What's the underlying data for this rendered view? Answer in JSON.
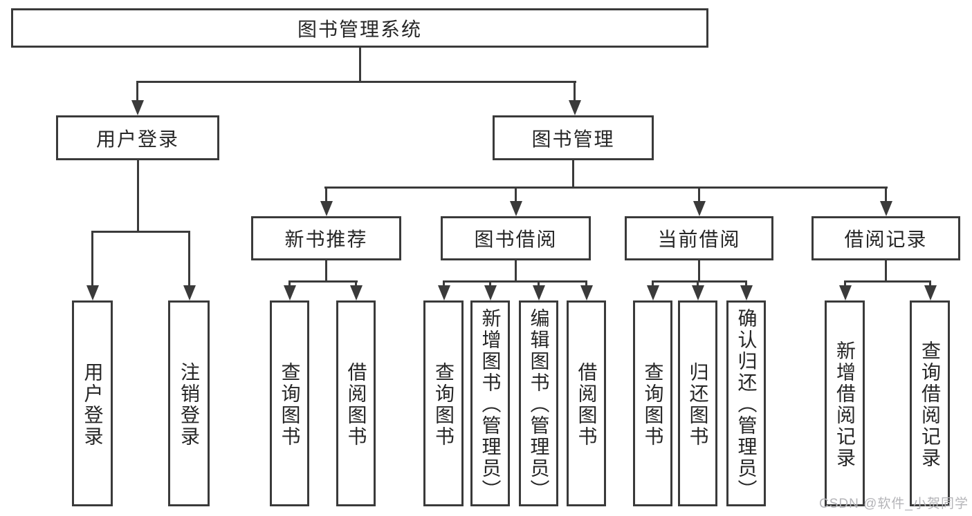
{
  "diagram": {
    "root": "图书管理系统",
    "level2": [
      "用户登录",
      "图书管理"
    ],
    "level3": [
      "新书推荐",
      "图书借阅",
      "当前借阅",
      "借阅记录"
    ],
    "leaves": [
      "用户登录",
      "注销登录",
      "查询图书",
      "借阅图书",
      "查询图书",
      "新增图书（管理员）",
      "编辑图书（管理员）",
      "借阅图书",
      "查询图书",
      "归还图书",
      "确认归还（管理员）",
      "新增借阅记录",
      "查询借阅记录"
    ]
  },
  "watermark": "CSDN @软件_小贺同学",
  "colors": {
    "line": "#3a3a3a",
    "box_background": "#ffffff",
    "text": "#262626",
    "watermark": "#b4b4b8",
    "background": "#ffffff"
  }
}
